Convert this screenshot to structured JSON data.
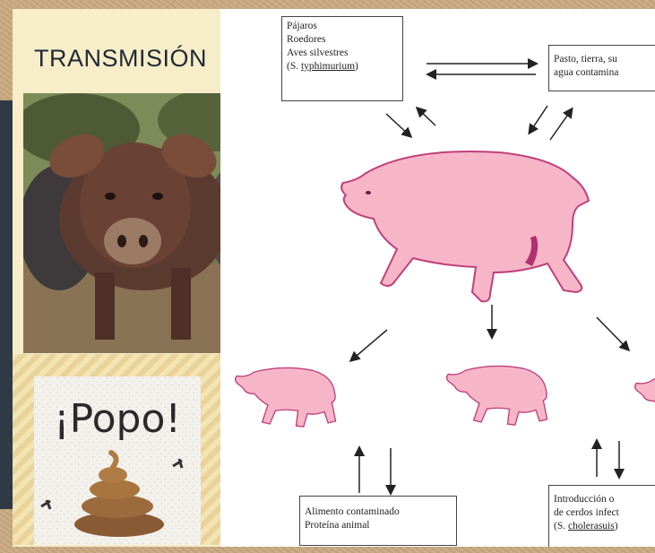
{
  "slide": {
    "title": "TRANSMISIÓN",
    "popo_text": "¡Popo!"
  },
  "diagram": {
    "box_top_left": {
      "lines": [
        "Pájaros",
        "Roedores",
        "Aves silvestres"
      ],
      "last_prefix": "(S. ",
      "last_underlined": "typhimurium",
      "last_suffix": ")"
    },
    "box_top_right": {
      "lines": [
        "Pasto, tierra, su",
        "agua contamina"
      ]
    },
    "box_bottom_left": {
      "lines": [
        "Alimento contaminado",
        "Proteína animal"
      ]
    },
    "box_bottom_right": {
      "lines": [
        "Introducción o",
        "de cerdos infect"
      ],
      "last_prefix": "(S. ",
      "last_underlined": "cholerasuis",
      "last_suffix": ")"
    }
  },
  "colors": {
    "pig_pink": "#f7b6c8",
    "pig_outline": "#c0407a",
    "pig_dark": "#b03070",
    "title_color": "#1f2a36"
  }
}
